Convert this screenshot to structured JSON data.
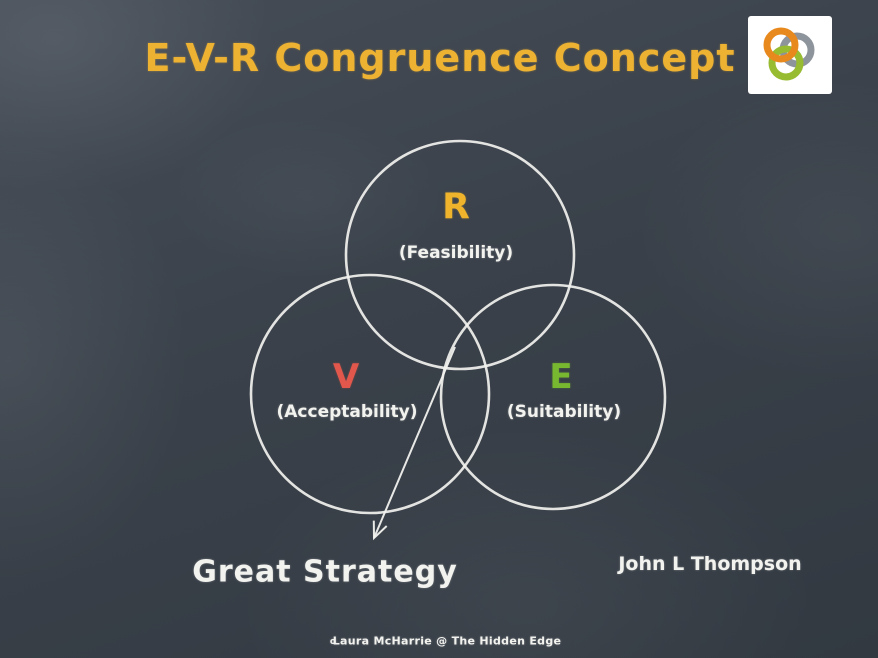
{
  "slide": {
    "title": "E-V-R Congruence Concept",
    "conclusion_label": "Great Strategy",
    "attribution": "John L Thompson",
    "footer_bullet": "o",
    "footer_text": "Laura McHarrie @ The Hidden Edge"
  },
  "venn": {
    "type": "venn-3-circle",
    "circles": [
      {
        "letter": "R",
        "sublabel": "(Feasibility)",
        "position": "top",
        "letter_color": "#f0b42c"
      },
      {
        "letter": "V",
        "sublabel": "(Acceptability)",
        "position": "bottom-left",
        "letter_color": "#e2574c"
      },
      {
        "letter": "E",
        "sublabel": "(Suitability)",
        "position": "bottom-right",
        "letter_color": "#78b831"
      }
    ],
    "arrow": {
      "from": "center-intersection",
      "to": "Great Strategy"
    }
  },
  "icons": {
    "logo": "interlocking-rings-logo"
  },
  "colors": {
    "background": "#3a414a",
    "chalk_white": "#f2f2ef",
    "title_yellow": "#eeb233",
    "r_yellow": "#f0b42c",
    "v_red": "#e2574c",
    "e_green": "#78b831",
    "logo_orange": "#e8891d",
    "logo_green": "#97bb31",
    "logo_gray": "#8e949c"
  }
}
